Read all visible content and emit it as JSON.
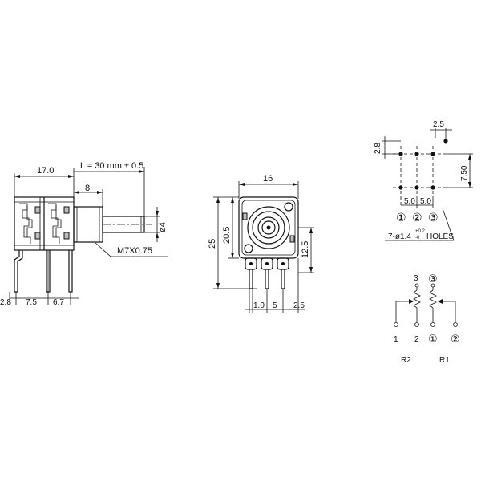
{
  "side_view": {
    "body_width": "17.0",
    "shaft_length": "L = 30 mm ± 0.5",
    "bushing_length": "8",
    "shaft_diameter": "ø4",
    "thread": "M7X0.75",
    "pin_offset": "2.8",
    "pin_pitch_a": "7.5",
    "pin_pitch_b": "6.7"
  },
  "front_view": {
    "width": "16",
    "height_total": "25",
    "height_body": "20.5",
    "center_height": "12.5",
    "pin_left": "1.0",
    "pin_pitch": "5",
    "pin_right": "2.5"
  },
  "pcb_layout": {
    "offset_top": "2.5",
    "row_pitch": "2.8",
    "height": "7.50",
    "hole_pitch_a": "5.0",
    "hole_pitch_b": "5.0",
    "holes_note_prefix": "7-ø1.4",
    "holes_tolerance_upper": "+0.2",
    "holes_tolerance_lower": "-0",
    "holes_note_suffix": "HOLES",
    "pin_labels": [
      "①",
      "②",
      "③"
    ]
  },
  "schematic": {
    "r2_top": "3",
    "r1_top": "③",
    "bottom_labels": [
      "1",
      "2",
      "①",
      "②"
    ],
    "r2_label": "R2",
    "r1_label": "R1"
  }
}
